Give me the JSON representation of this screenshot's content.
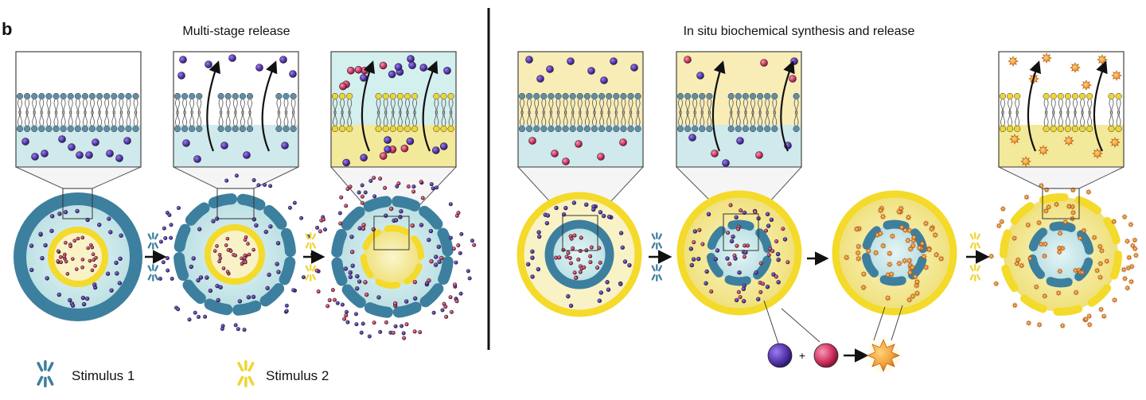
{
  "panel_label": "b",
  "left_title": "Multi-stage release",
  "right_title": "In situ biochemical synthesis and release",
  "legend": {
    "stimulus1": "Stimulus 1",
    "stimulus2": "Stimulus 2"
  },
  "reaction": {
    "plus": "+"
  },
  "colors": {
    "membrane_blue": "#3d7f9e",
    "lipid_head_blue": "#5f8fa6",
    "lipid_head_yellow": "#ecd635",
    "core_yellow": "#f4da2a",
    "inner_cyan": "#cfecec",
    "inner_yellow": "#f6ef9c",
    "purple_particle": "#5b3bb4",
    "red_particle": "#d73a67",
    "orange_product": "#f3a13a"
  },
  "icons": {
    "stimulus1": "blue-burst-icon",
    "stimulus2": "yellow-burst-icon",
    "arrow": "right-arrow-icon",
    "product": "star-particle-icon"
  }
}
